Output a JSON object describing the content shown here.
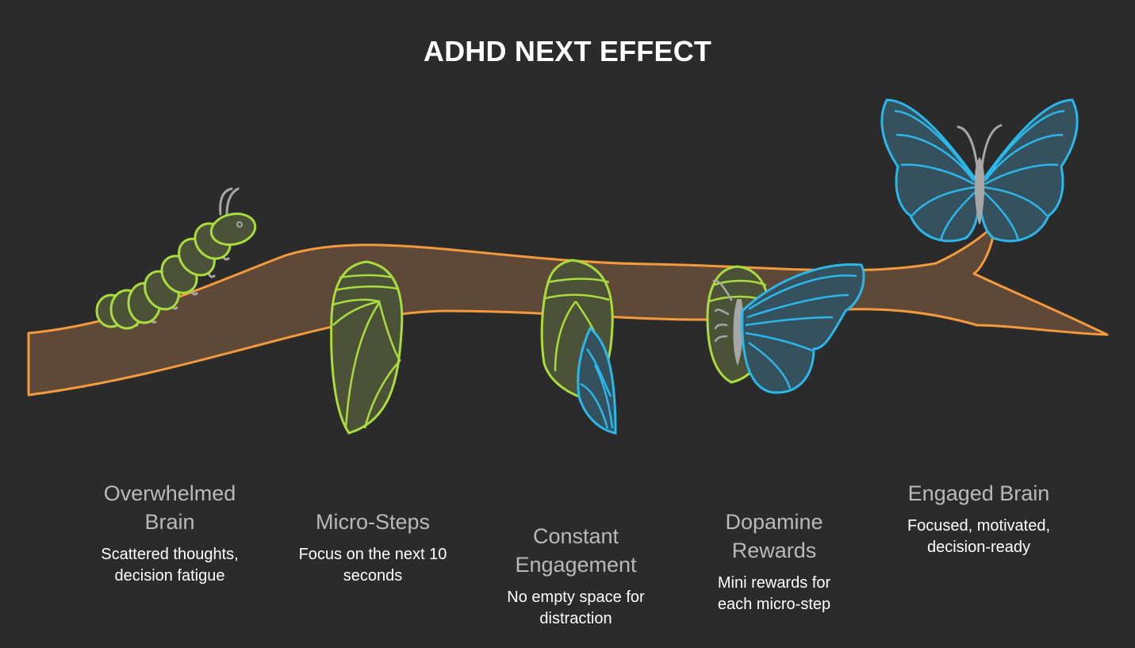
{
  "title": "ADHD NEXT EFFECT",
  "colors": {
    "background": "#2b2b2b",
    "branch_fill": "#5e4938",
    "branch_stroke": "#f39a3c",
    "green": "#a9dd3e",
    "green_fill": "#4b5238",
    "blue": "#2bb7ea",
    "blue_fill": "#34515d",
    "antenna": "#a6a6a6"
  },
  "stages": [
    {
      "icon": "caterpillar",
      "label_lines": [
        "Overwhelmed",
        "Brain"
      ],
      "desc_lines": [
        "Scattered thoughts,",
        "decision fatigue"
      ]
    },
    {
      "icon": "chrysalis",
      "label_lines": [
        "Micro-Steps"
      ],
      "desc_lines": [
        "Focus on the next 10",
        "seconds"
      ]
    },
    {
      "icon": "emerging-chrysalis",
      "label_lines": [
        "Constant",
        "Engagement"
      ],
      "desc_lines": [
        "No empty space for",
        "distraction"
      ]
    },
    {
      "icon": "butterfly-emerging",
      "label_lines": [
        "Dopamine",
        "Rewards"
      ],
      "desc_lines": [
        "Mini rewards for",
        "each micro-step"
      ]
    },
    {
      "icon": "butterfly",
      "label_lines": [
        "Engaged Brain"
      ],
      "desc_lines": [
        "Focused, motivated,",
        "decision-ready"
      ]
    }
  ]
}
